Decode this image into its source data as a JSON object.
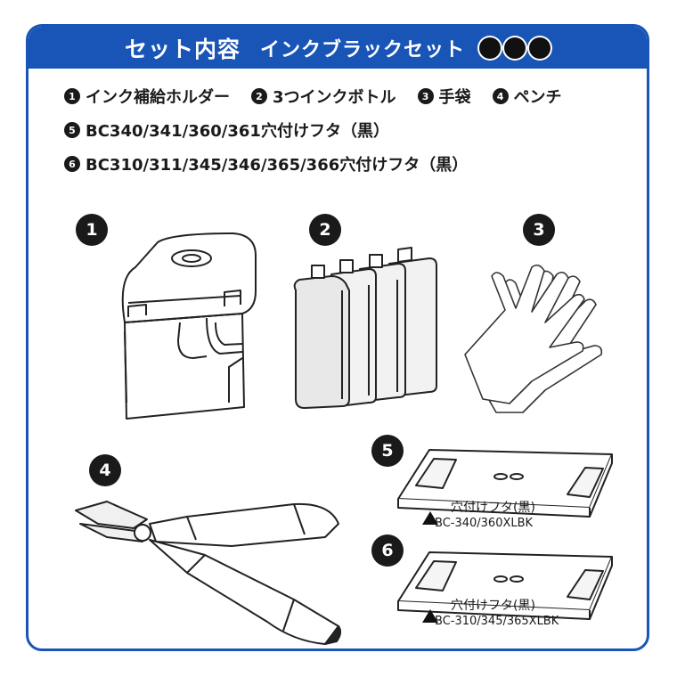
{
  "header": {
    "title": "セット内容",
    "subtitle": "インクブラックセット",
    "dots": 3
  },
  "items": [
    {
      "num": "1",
      "label": "インク補給ホルダー"
    },
    {
      "num": "2",
      "label": "3つインクボトル"
    },
    {
      "num": "3",
      "label": "手袋"
    },
    {
      "num": "4",
      "label": "ペンチ"
    },
    {
      "num": "5",
      "label": "BC340/341/360/361穴付けフタ（黒）"
    },
    {
      "num": "6",
      "label": "BC310/311/345/346/365/366穴付けフタ（黒）"
    }
  ],
  "badges": [
    "1",
    "2",
    "3",
    "4",
    "5",
    "6"
  ],
  "captions": {
    "cap5": {
      "line1": "穴付けフタ(黒)",
      "line2": "BC-340/360XLBK"
    },
    "cap6": {
      "line1": "穴付けフタ(黒)",
      "line2": "BC-310/345/365XLBK"
    }
  },
  "colors": {
    "brand": "#1955b7",
    "ink": "#1a1a1a"
  }
}
